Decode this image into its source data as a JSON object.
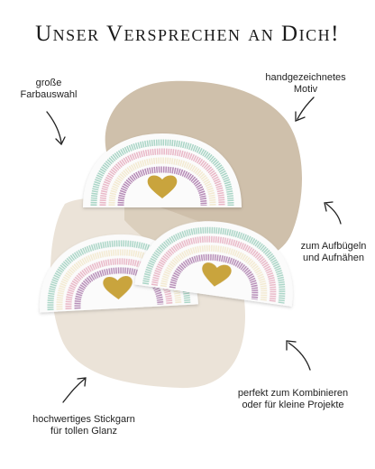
{
  "title": "Unser Versprechen an Dich!",
  "labels": {
    "farbauswahl_line1": "große",
    "farbauswahl_line2": "Farbauswahl",
    "motiv_line1": "handgezeichnetes",
    "motiv_line2": "Motiv",
    "aufbuegeln_line1": "zum Aufbügeln",
    "aufbuegeln_line2": "und Aufnähen",
    "kombinieren_line1": "perfekt zum Kombinieren",
    "kombinieren_line2": "oder für kleine Projekte",
    "stickgarn_line1": "hochwertiges Stickgarn",
    "stickgarn_line2": "für tollen Glanz"
  },
  "colors": {
    "blob_dark": "#cfc0ab",
    "blob_light": "#ebe3d8",
    "rainbow_mint": "#a9d5c6",
    "rainbow_pink": "#e9b7c7",
    "rainbow_cream": "#f3ead1",
    "rainbow_mauve": "#b68bb7",
    "heart_gold": "#c9a43c",
    "felt_white": "#fbfbfb"
  },
  "icons": [
    "arrow-icon",
    "heart-icon",
    "rainbow-patch"
  ]
}
